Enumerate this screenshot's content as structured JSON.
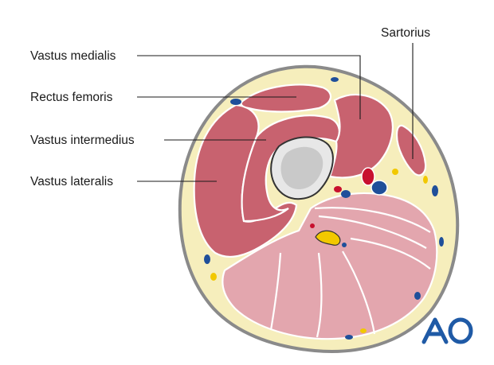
{
  "labels": {
    "vastus_medialis": "Vastus medialis",
    "rectus_femoris": "Rectus femoris",
    "vastus_intermedius": "Vastus intermedius",
    "vastus_lateralis": "Vastus lateralis",
    "sartorius": "Sartorius"
  },
  "logo": {
    "text": "AO"
  },
  "colors": {
    "muscle_anterior": "#c8626f",
    "muscle_posterior": "#e3a6ae",
    "fat": "#f6eebc",
    "bone_cortex": "#e7e7e7",
    "bone_marrow": "#c9c9c9",
    "artery": "#c8102e",
    "vein": "#1f4f9a",
    "nerve": "#f2c800",
    "logo": "#1f5aa6"
  }
}
